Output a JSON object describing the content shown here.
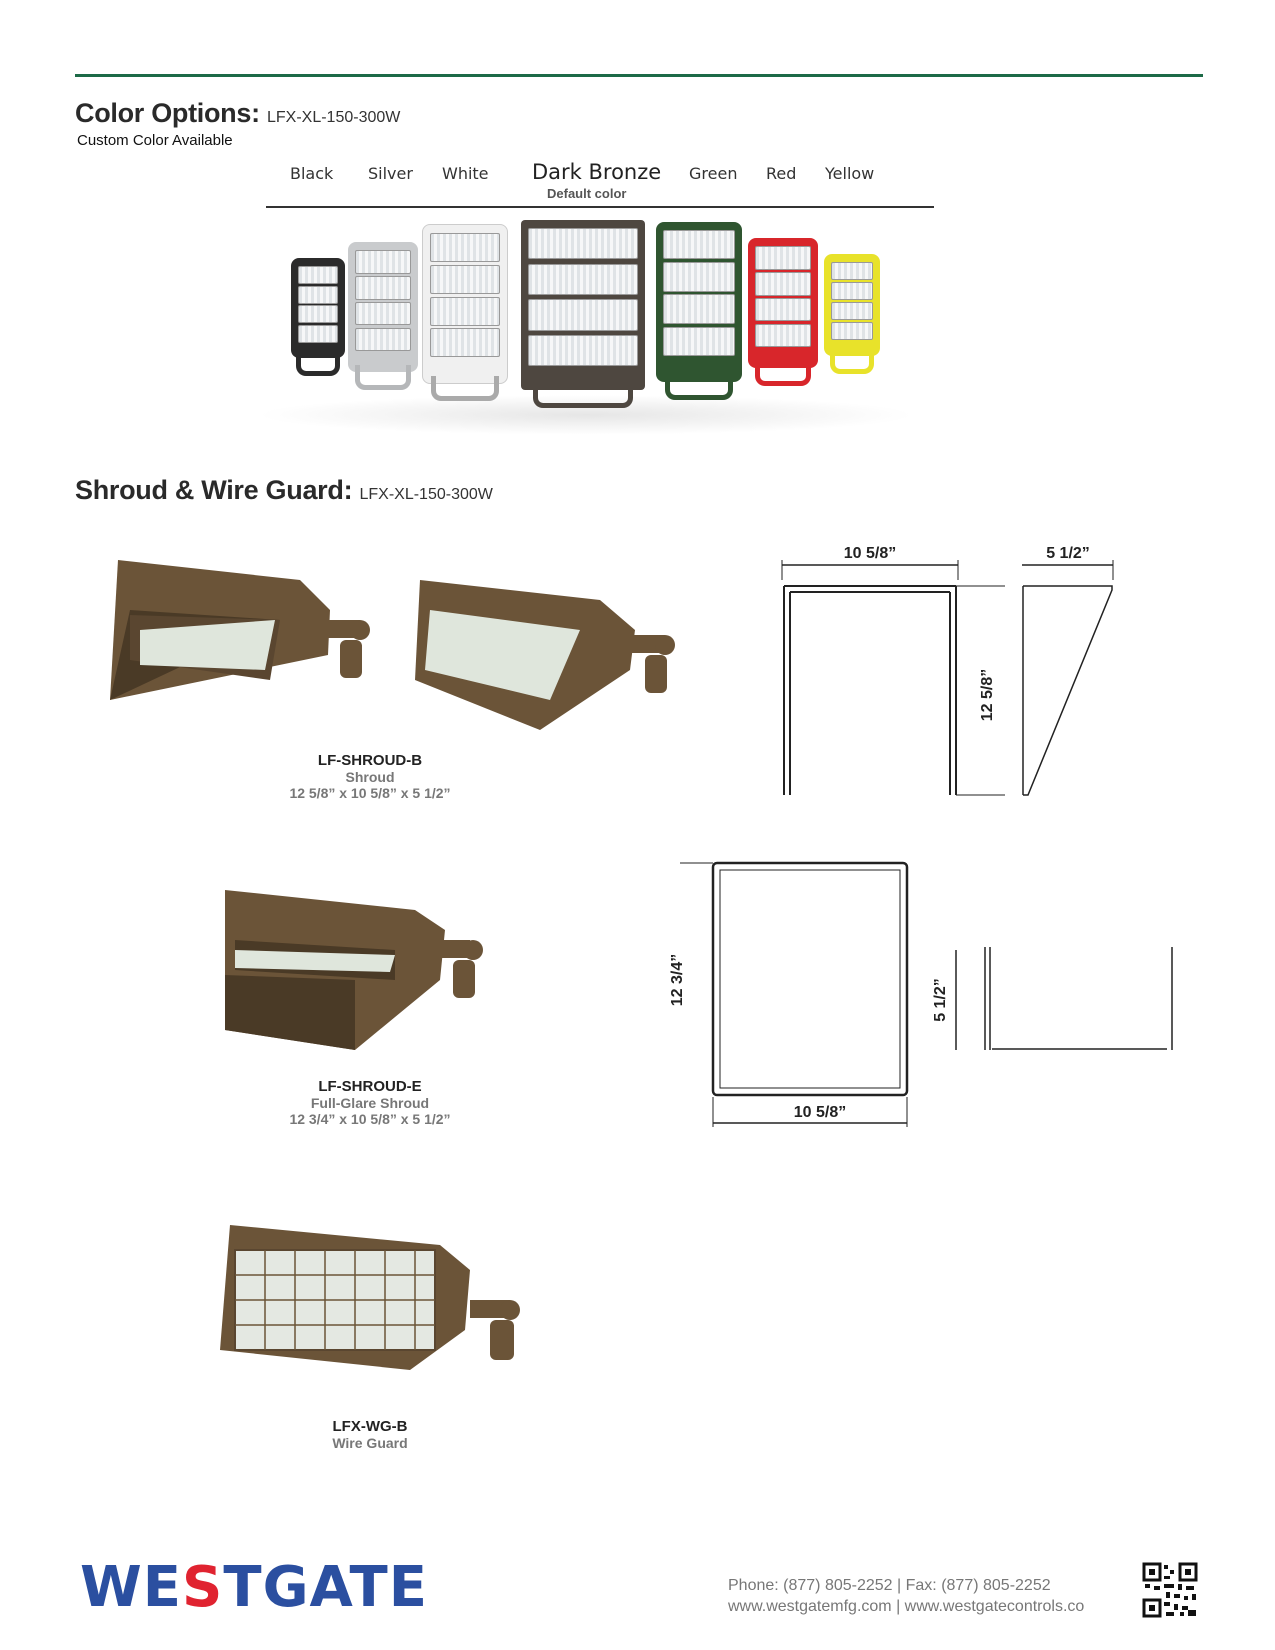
{
  "header": {
    "rule_color": "#1d6a47"
  },
  "color_options": {
    "title": "Color Options:",
    "model": "LFX-XL-150-300W",
    "note": "Custom Color Available",
    "swatches": [
      {
        "label": "Black",
        "color": "#2b2b2b"
      },
      {
        "label": "Silver",
        "color": "#c9cbcd"
      },
      {
        "label": "White",
        "color": "#f3f3f3"
      },
      {
        "label": "Dark Bronze",
        "color": "#4e4740"
      },
      {
        "label": "Green",
        "color": "#2f5530"
      },
      {
        "label": "Red",
        "color": "#d8262b"
      },
      {
        "label": "Yellow",
        "color": "#e8e22a"
      }
    ],
    "default_note": "Default color"
  },
  "shroud_section": {
    "title": "Shroud & Wire Guard:",
    "model": "LFX-XL-150-300W",
    "products": [
      {
        "sku": "LF-SHROUD-B",
        "name": "Shroud",
        "dims": "12 5/8” x 10 5/8” x 5 1/2”"
      },
      {
        "sku": "LF-SHROUD-E",
        "name": "Full-Glare Shroud",
        "dims": "12 3/4” x 10 5/8” x 5 1/2”"
      },
      {
        "sku": "LFX-WG-B",
        "name": "Wire Guard"
      }
    ],
    "diagram_b": {
      "width": "10 5/8”",
      "depth": "5 1/2”",
      "height": "12 5/8”"
    },
    "diagram_e": {
      "height": "12 3/4”",
      "width": "10 5/8”",
      "depth": "5 1/2”"
    }
  },
  "footer": {
    "logo_prefix": "WE",
    "logo_accent": "S",
    "logo_suffix": "TGATE",
    "phone": "Phone: (877) 805-2252",
    "fax": "| Fax: (877) 805-2252",
    "web1": "www.westgatemfg.com",
    "web2": "| www.westgatecontrols.co"
  }
}
